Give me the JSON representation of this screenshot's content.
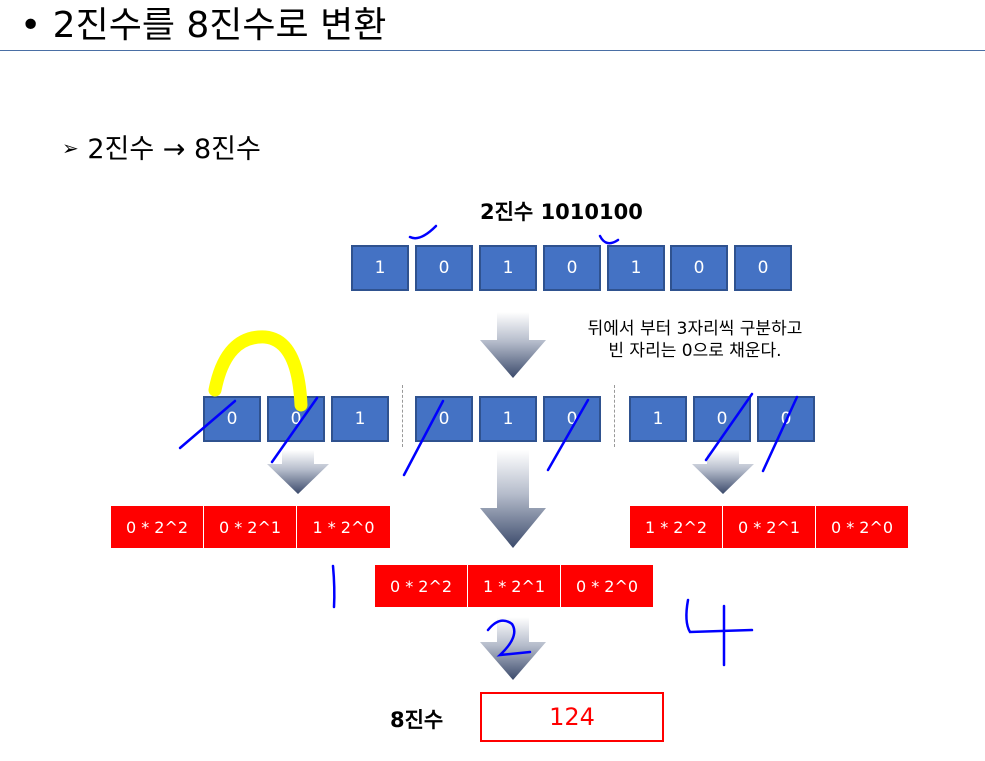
{
  "title": "• 2진수를 8진수로 변환",
  "subtitle": {
    "bullet": "➢",
    "text": "2진수 → 8진수"
  },
  "binary_label": "2진수 1010100",
  "binary_digits": [
    "1",
    "0",
    "1",
    "0",
    "1",
    "0",
    "0"
  ],
  "note_lines": [
    "뒤에서 부터 3자리씩 구분하고",
    "빈 자리는 0으로 채운다."
  ],
  "groups": [
    {
      "digits": [
        "0",
        "0",
        "1"
      ],
      "terms": [
        "0 * 2^2",
        "0 * 2^1",
        "1 * 2^0"
      ]
    },
    {
      "digits": [
        "0",
        "1",
        "0"
      ],
      "terms": [
        "0 * 2^2",
        "1 * 2^1",
        "0 * 2^0"
      ]
    },
    {
      "digits": [
        "1",
        "0",
        "0"
      ],
      "terms": [
        "1 * 2^2",
        "0 * 2^1",
        "0 * 2^0"
      ]
    }
  ],
  "octal_label": "8진수",
  "octal_result": "124",
  "colors": {
    "cell_blue": "#4472c4",
    "term_red": "#ff0000",
    "ink_blue": "#0000ff",
    "highlight_yellow": "#ffff00"
  }
}
